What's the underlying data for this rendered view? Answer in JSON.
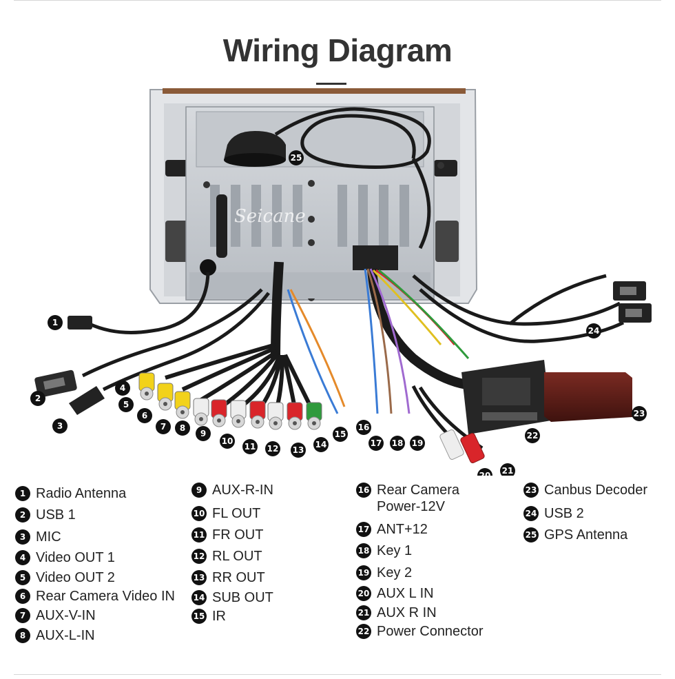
{
  "title": "Wiring Diagram",
  "watermark": "Seicane",
  "components": [
    {
      "num": "1",
      "label": "Radio Antenna"
    },
    {
      "num": "2",
      "label": "USB 1"
    },
    {
      "num": "3",
      "label": "MIC"
    },
    {
      "num": "4",
      "label": "Video OUT 1"
    },
    {
      "num": "5",
      "label": "Video OUT 2"
    },
    {
      "num": "6",
      "label": "Rear Camera Video IN"
    },
    {
      "num": "7",
      "label": "AUX-V-IN"
    },
    {
      "num": "8",
      "label": "AUX-L-IN"
    },
    {
      "num": "9",
      "label": "AUX-R-IN"
    },
    {
      "num": "10",
      "label": "FL OUT"
    },
    {
      "num": "11",
      "label": "FR OUT"
    },
    {
      "num": "12",
      "label": "RL OUT"
    },
    {
      "num": "13",
      "label": "RR OUT"
    },
    {
      "num": "14",
      "label": "SUB OUT"
    },
    {
      "num": "15",
      "label": "IR"
    },
    {
      "num": "16",
      "label": "Rear Camera",
      "label2": "Power-12V"
    },
    {
      "num": "17",
      "label": "ANT+12"
    },
    {
      "num": "18",
      "label": "Key 1"
    },
    {
      "num": "19",
      "label": "Key 2"
    },
    {
      "num": "20",
      "label": "AUX  L IN"
    },
    {
      "num": "21",
      "label": "AUX R IN"
    },
    {
      "num": "22",
      "label": "Power Connector"
    },
    {
      "num": "23",
      "label": "Canbus Decoder"
    },
    {
      "num": "24",
      "label": "USB 2"
    },
    {
      "num": "25",
      "label": "GPS Antenna"
    }
  ],
  "colors": {
    "rca_yellow": "#f2d21a",
    "rca_white": "#eeeeee",
    "rca_red": "#d9252a",
    "rca_green": "#2f9a3c",
    "wire_black": "#1a1a1a",
    "chassis": "#c9cdd2",
    "decoder": "#5a1e18"
  }
}
